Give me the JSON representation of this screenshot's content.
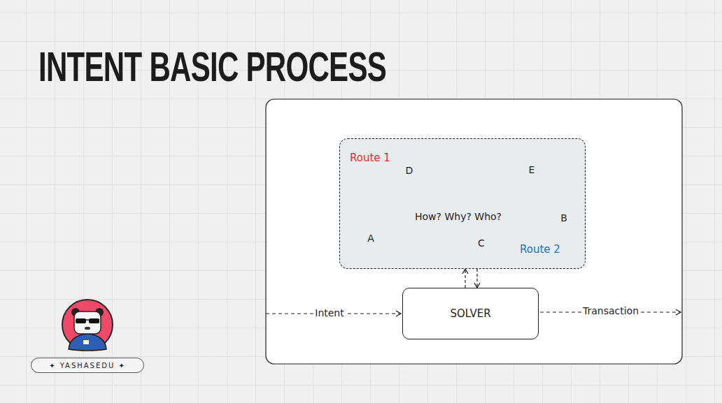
{
  "diagram": {
    "title": "INTENT BASIC PROCESS",
    "nodes": [
      {
        "text": [
          "Route 1",
          "How? Why? Who?",
          "Route 2"
        ]
      },
      {
        "text": [
          "SOLVER"
        ]
      },
      {
        "text": [
          "✦ YASHASEDU ✦"
        ]
      }
    ],
    "edges": [
      {
        "from": 1,
        "to": 0,
        "arrow": "to"
      },
      {
        "from": 0,
        "to": 1,
        "arrow": "to"
      }
    ],
    "labels": [
      "D",
      "A",
      "C",
      "B",
      "E",
      "Intent",
      "Transaction"
    ]
  }
}
